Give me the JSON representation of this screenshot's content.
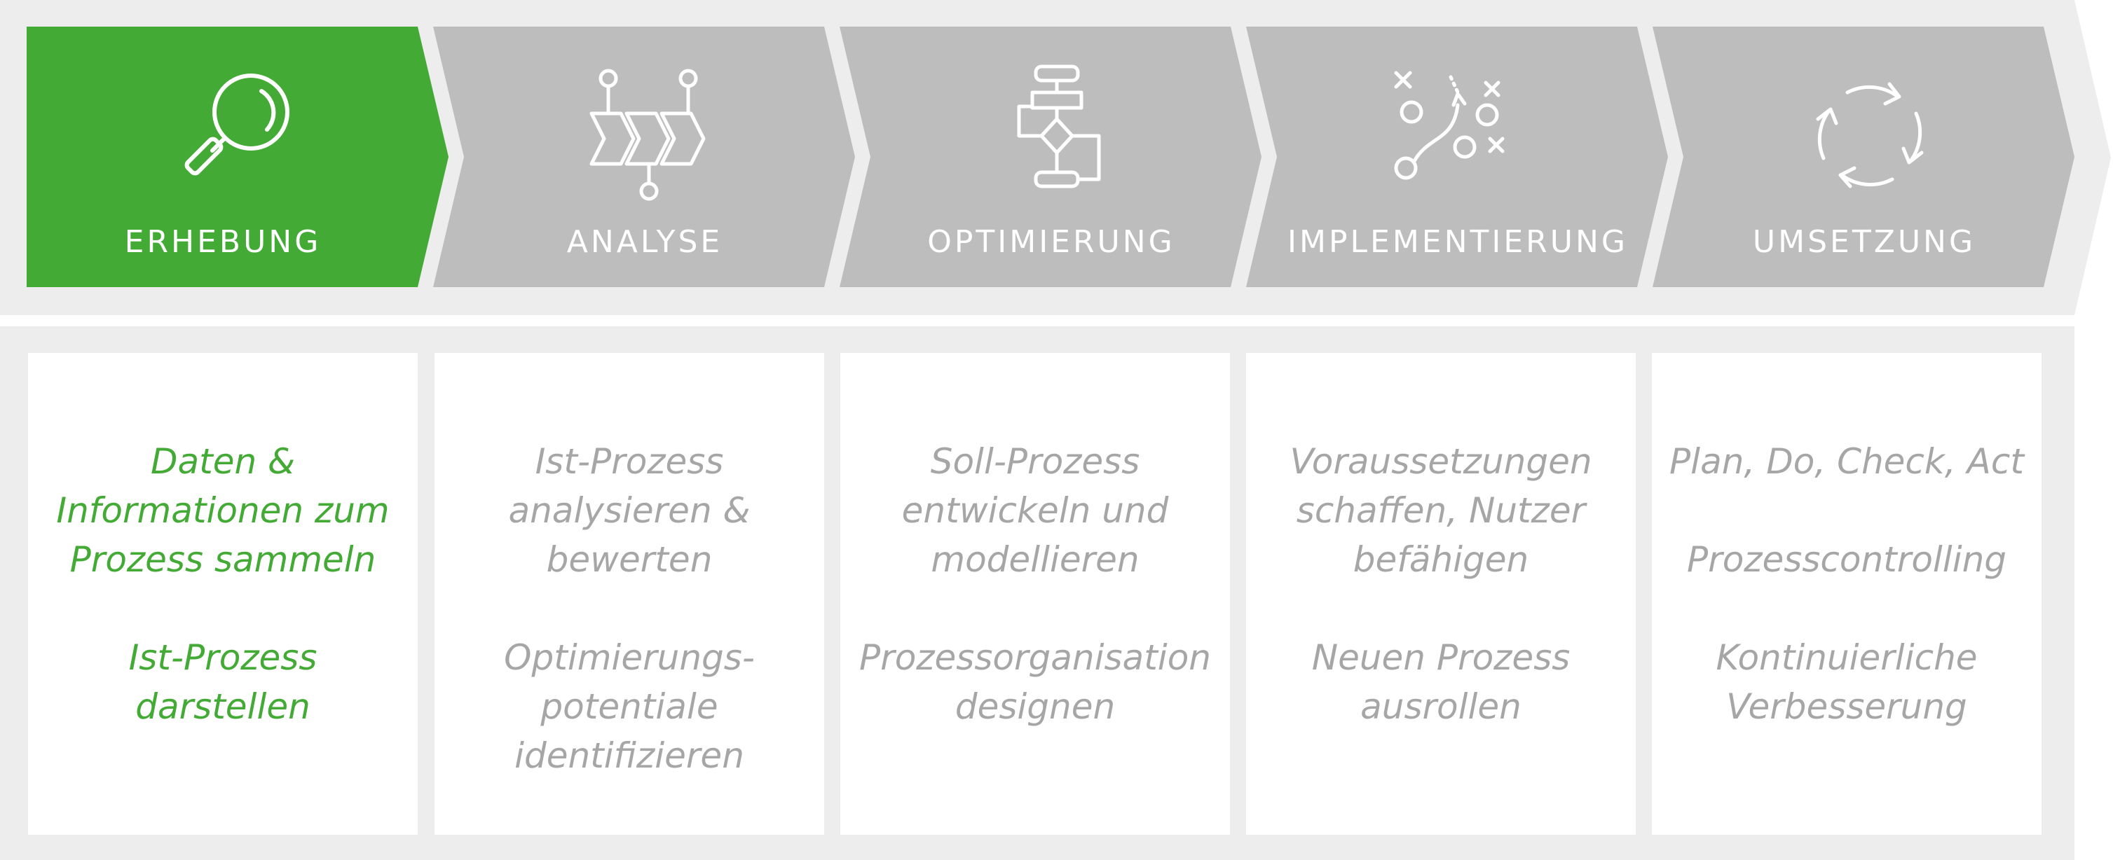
{
  "colors": {
    "active": "#44aa36",
    "inactive": "#bdbdbd",
    "band": "#ededed",
    "card": "#ffffff",
    "label": "#ffffff",
    "inactive_text": "#a6a6a6",
    "active_text": "#44aa36"
  },
  "steps": [
    {
      "label": "ERHEBUNG",
      "icon": "magnifier-icon",
      "active": true,
      "items": [
        "Daten & Informationen zum Prozess sammeln",
        "Ist-Prozess darstellen"
      ]
    },
    {
      "label": "ANALYSE",
      "icon": "value-chain-icon",
      "active": false,
      "items": [
        "Ist-Prozess analysieren & bewerten",
        "Optimierungs-potentiale identifizieren"
      ]
    },
    {
      "label": "OPTIMIERUNG",
      "icon": "flowchart-icon",
      "active": false,
      "items": [
        "Soll-Prozess entwickeln und modellieren",
        "Prozessorganisation designen"
      ]
    },
    {
      "label": "IMPLEMENTIERUNG",
      "icon": "strategy-play-icon",
      "active": false,
      "items": [
        "Voraussetzungen schaffen, Nutzer befähigen",
        "Neuen Prozess ausrollen"
      ]
    },
    {
      "label": "UMSETZUNG",
      "icon": "cycle-arrows-icon",
      "active": false,
      "items": [
        "Plan, Do, Check, Act",
        "Prozesscontrolling",
        "Kontinuierliche Verbesserung"
      ]
    }
  ]
}
